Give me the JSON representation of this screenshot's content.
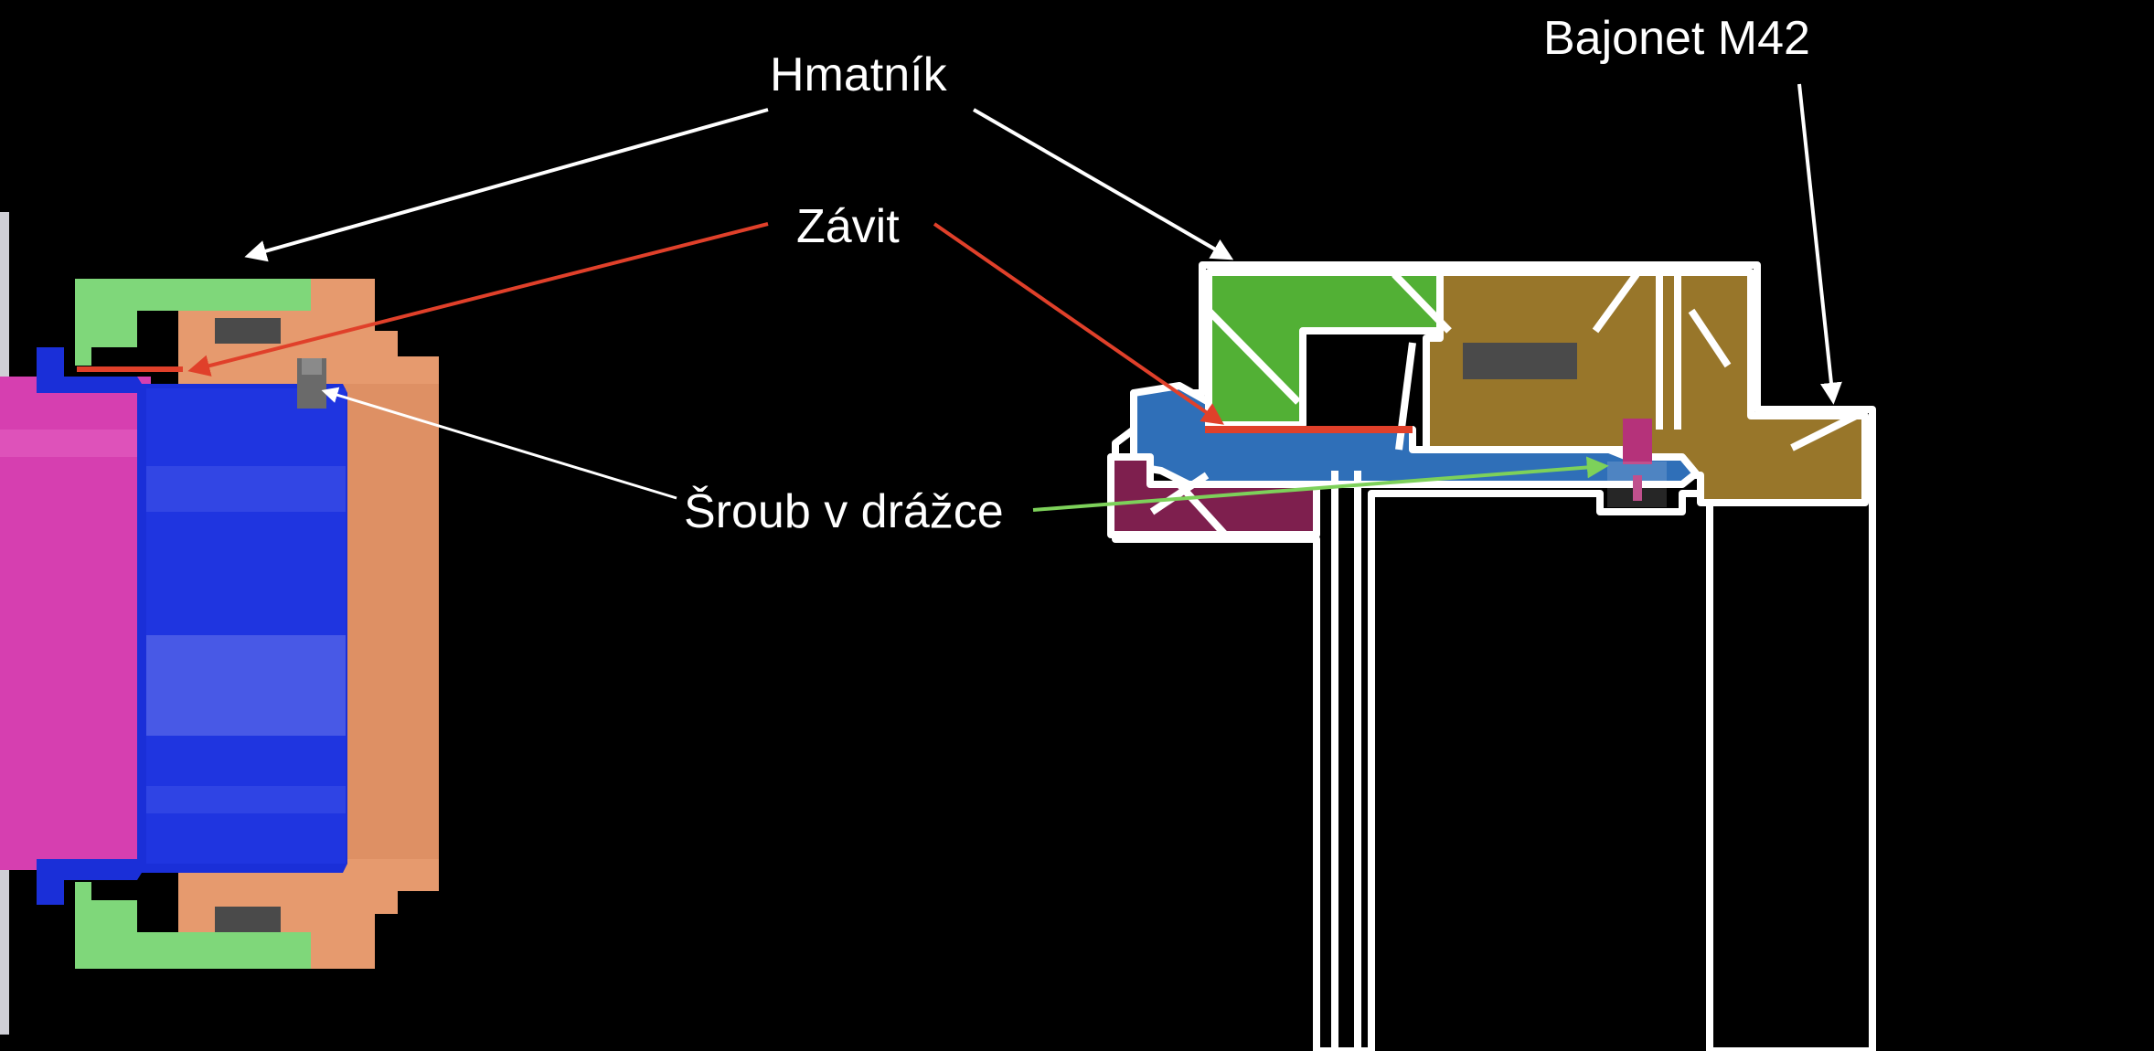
{
  "labels": {
    "handle": "Hmatník",
    "thread": "Závit",
    "screw": "Šroub v drážce",
    "mount": "Bajonet M42"
  },
  "colors": {
    "background": "#000000",
    "outline": "#ffffff",
    "handle_green": "#52b035",
    "thread_red": "#e0402a",
    "screw_arrow_green": "#7dd15a",
    "inner_blue": "#2f6fb8",
    "render_blue": "#1a2fd8",
    "mount_brown": "#98762a",
    "copper": "#e69a6e",
    "magenta": "#d63fb0",
    "dark_magenta": "#7e1f4e",
    "screw_pink": "#b5327a",
    "grey_insert": "#4a4a4a"
  }
}
